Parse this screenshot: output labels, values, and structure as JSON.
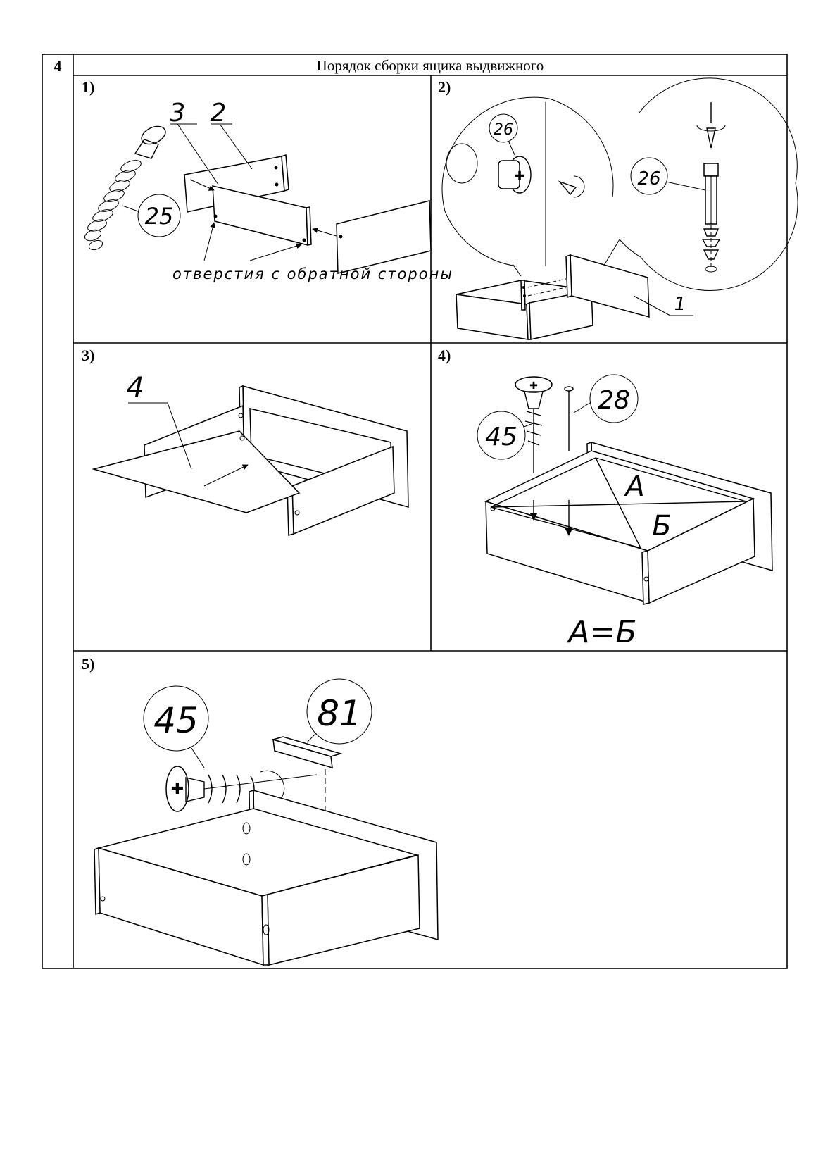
{
  "table": {
    "row_number": "4",
    "title": "Порядок сборки ящика выдвижного"
  },
  "steps": [
    {
      "label": "1)",
      "callouts": [
        "3",
        "2",
        "25"
      ],
      "note": "отверстия с обратной стороны"
    },
    {
      "label": "2)",
      "callouts": [
        "26",
        "26",
        "1"
      ]
    },
    {
      "label": "3)",
      "callouts": [
        "4"
      ]
    },
    {
      "label": "4)",
      "callouts": [
        "45",
        "28",
        "А",
        "Б"
      ],
      "formula": "А=Б"
    },
    {
      "label": "5)",
      "callouts": [
        "45",
        "81"
      ]
    }
  ]
}
